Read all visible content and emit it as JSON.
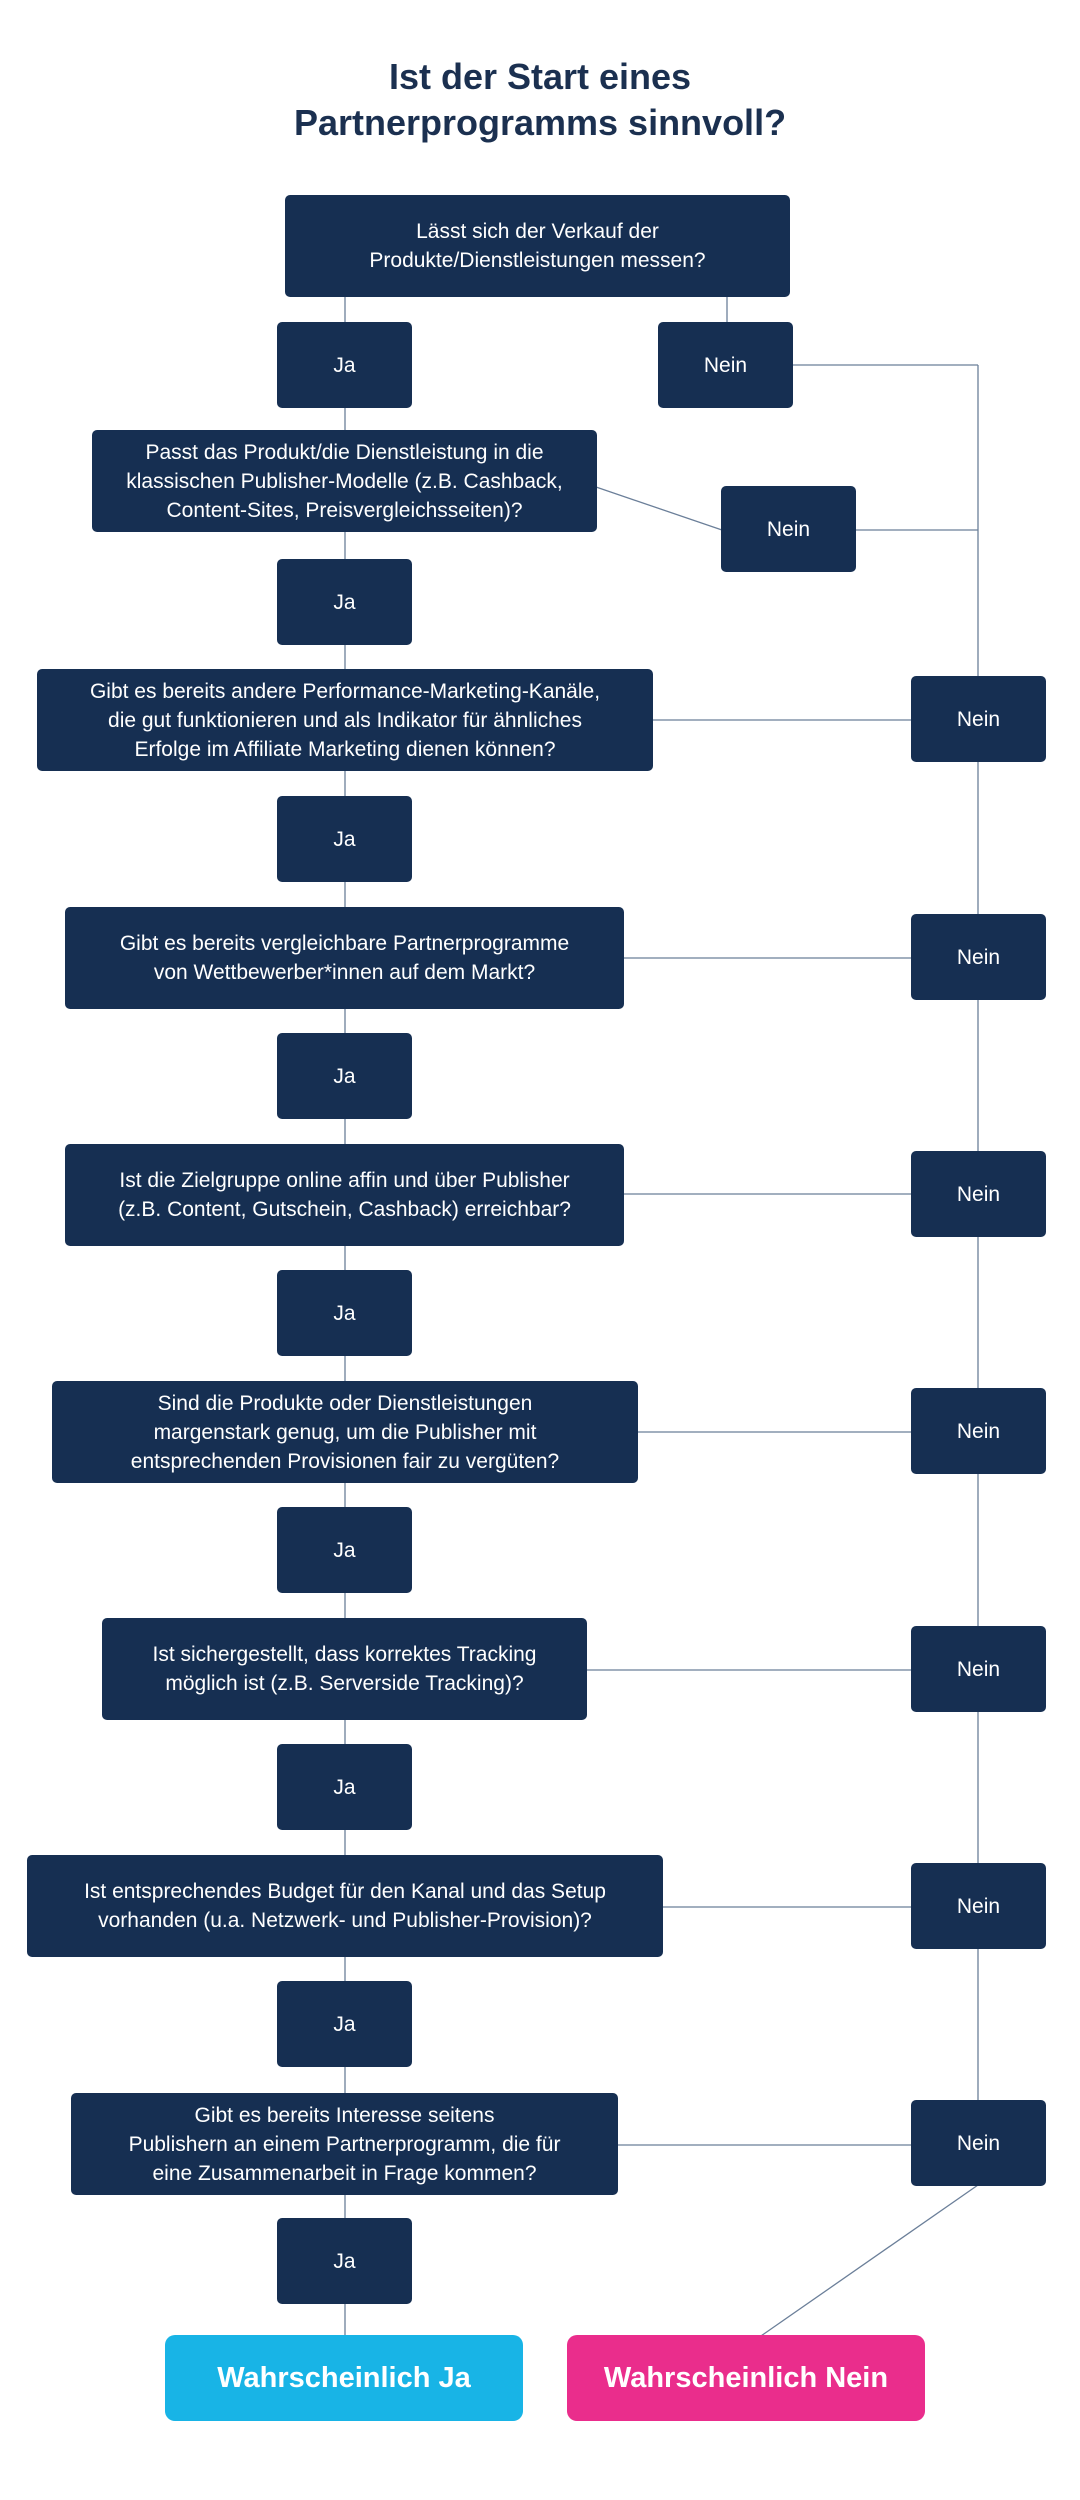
{
  "title": {
    "line1": "Ist der Start eines",
    "line2": "Partnerprogramms sinnvoll?"
  },
  "questions": [
    {
      "lines": [
        "Lässt sich der Verkauf der",
        "Produkte/Dienstleistungen messen?"
      ]
    },
    {
      "lines": [
        "Passt das Produkt/die Dienstleistung in die",
        "klassischen Publisher-Modelle (z.B. Cashback,",
        "Content-Sites, Preisvergleichsseiten)?"
      ]
    },
    {
      "lines": [
        "Gibt es bereits andere Performance-Marketing-Kanäle,",
        "die gut funktionieren und als Indikator für ähnliches",
        "Erfolge im Affiliate Marketing dienen können?"
      ]
    },
    {
      "lines": [
        "Gibt es bereits vergleichbare Partnerprogramme",
        "von Wettbewerber*innen auf dem Markt?"
      ]
    },
    {
      "lines": [
        "Ist die Zielgruppe online affin und über Publisher",
        "(z.B. Content, Gutschein, Cashback) erreichbar?"
      ]
    },
    {
      "lines": [
        "Sind die Produkte oder Dienstleistungen",
        "margenstark genug, um die Publisher mit",
        "entsprechenden Provisionen fair zu vergüten?"
      ]
    },
    {
      "lines": [
        "Ist sichergestellt, dass korrektes Tracking",
        "möglich ist (z.B. Serverside Tracking)?"
      ]
    },
    {
      "lines": [
        "Ist entsprechendes Budget für den Kanal und das Setup",
        "vorhanden (u.a. Netzwerk- und Publisher-Provision)?"
      ]
    },
    {
      "lines": [
        "Gibt es bereits Interesse seitens",
        "Publishern an einem Partnerprogramm, die für",
        "eine Zusammenarbeit in Frage kommen?"
      ]
    }
  ],
  "labels": {
    "yes": "Ja",
    "no": "Nein"
  },
  "outcomes": {
    "yes": "Wahrscheinlich Ja",
    "no": "Wahrscheinlich Nein"
  },
  "colors": {
    "box": "#162f52",
    "title": "#1b3050",
    "line": "#6b7f99",
    "outcome_yes": "#18b4e6",
    "outcome_no": "#ea2d8c"
  }
}
